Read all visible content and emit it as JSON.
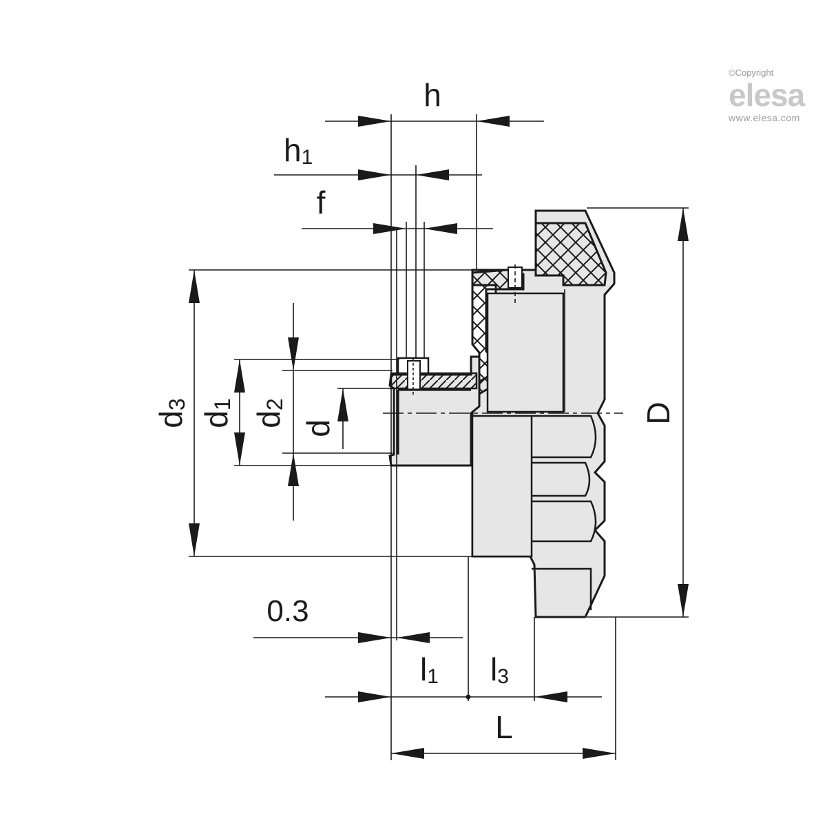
{
  "brand": {
    "copyright": "©Copyright",
    "logo": "elesa",
    "url": "www.elesa.com"
  },
  "dimensions": {
    "h": "h",
    "h1_base": "h",
    "h1_sub": "1",
    "f": "f",
    "d3_base": "d",
    "d3_sub": "3",
    "d1_base": "d",
    "d1_sub": "1",
    "d2_base": "d",
    "d2_sub": "2",
    "d": "d",
    "D": "D",
    "clearance": "0.3",
    "l1_base": "l",
    "l1_sub": "1",
    "l3_base": "l",
    "l3_sub": "3",
    "L": "L"
  },
  "colors": {
    "line": "#1a1a1a",
    "part_fill": "#e6e6e6",
    "logo": "#c8c8c8"
  }
}
